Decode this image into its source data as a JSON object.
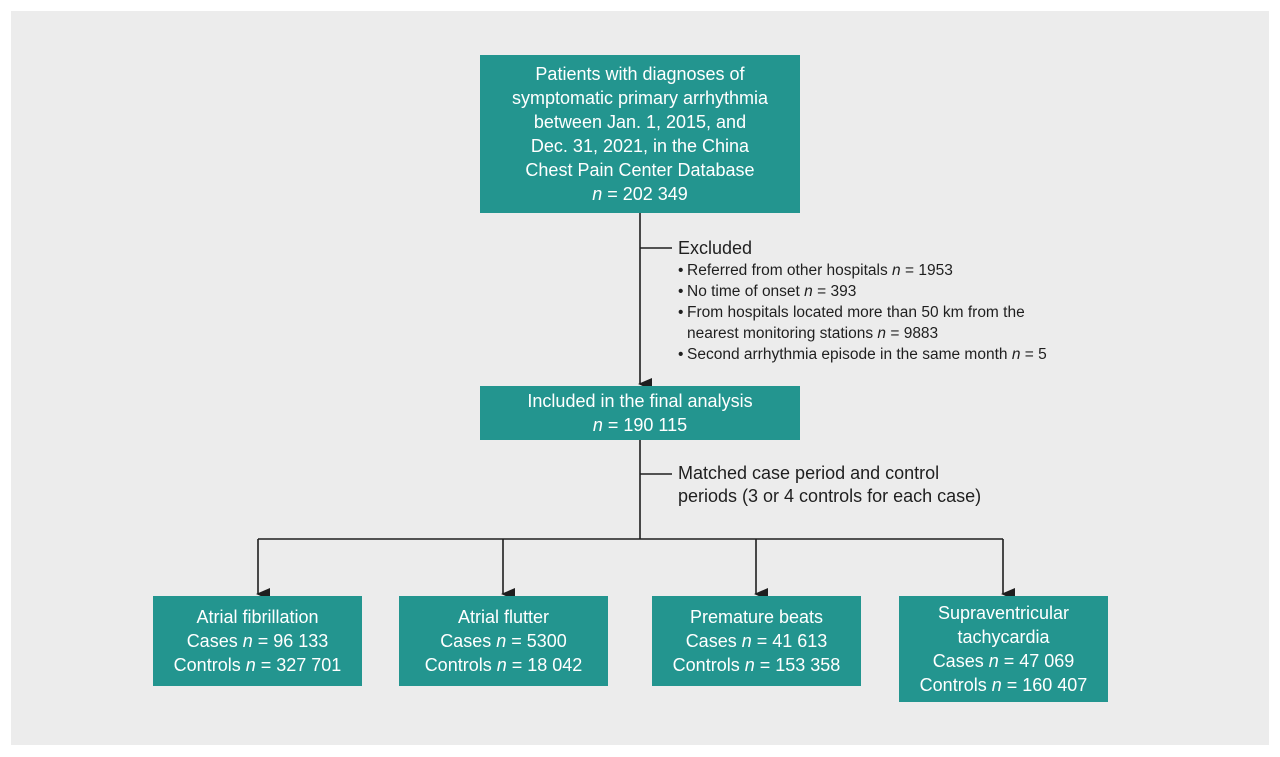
{
  "top_box": {
    "lines": [
      "Patients with diagnoses of",
      "symptomatic primary arrhythmia",
      "between Jan. 1, 2015, and",
      "Dec. 31, 2021, in the China",
      "Chest Pain Center Database"
    ],
    "n_label": "n",
    "n_value": " = 202 349"
  },
  "excluded": {
    "heading": "Excluded",
    "items": [
      {
        "text": "Referred from other hospitals ",
        "n_label": "n",
        "n_value": " = 1953"
      },
      {
        "text": "No time of onset ",
        "n_label": "n",
        "n_value": " = 393"
      },
      {
        "text": "From hospitals located more than 50 km from the",
        "cont": "nearest monitoring stations ",
        "n_label": "n",
        "n_value": " = 9883"
      },
      {
        "text": "Second arrhythmia episode in the same month ",
        "n_label": "n",
        "n_value": " = 5"
      }
    ]
  },
  "included_box": {
    "line1": "Included in the final analysis",
    "n_label": "n",
    "n_value": " = 190 115"
  },
  "matched": {
    "line1": "Matched case period and control",
    "line2": "periods (3 or 4 controls for each case)"
  },
  "groups": [
    {
      "title_lines": [
        "Atrial fibrillation"
      ],
      "cases_label": "Cases ",
      "cases_n": "n",
      "cases_value": " =  96 133",
      "controls_label": "Controls ",
      "controls_n": "n",
      "controls_value": " = 327 701"
    },
    {
      "title_lines": [
        "Atrial flutter"
      ],
      "cases_label": "Cases ",
      "cases_n": "n",
      "cases_value": " =  5300",
      "controls_label": "Controls ",
      "controls_n": "n",
      "controls_value": " = 18 042"
    },
    {
      "title_lines": [
        "Premature beats"
      ],
      "cases_label": "Cases ",
      "cases_n": "n",
      "cases_value": " = 41 613",
      "controls_label": "Controls ",
      "controls_n": "n",
      "controls_value": " = 153 358"
    },
    {
      "title_lines": [
        "Supraventricular",
        "tachycardia"
      ],
      "cases_label": "Cases ",
      "cases_n": "n",
      "cases_value": " = 47 069",
      "controls_label": "Controls ",
      "controls_n": "n",
      "controls_value": " =  160 407"
    }
  ],
  "colors": {
    "box_fill": "#23958f",
    "box_text": "#ffffff",
    "background": "#ececec",
    "connector": "#1f1f1f"
  }
}
